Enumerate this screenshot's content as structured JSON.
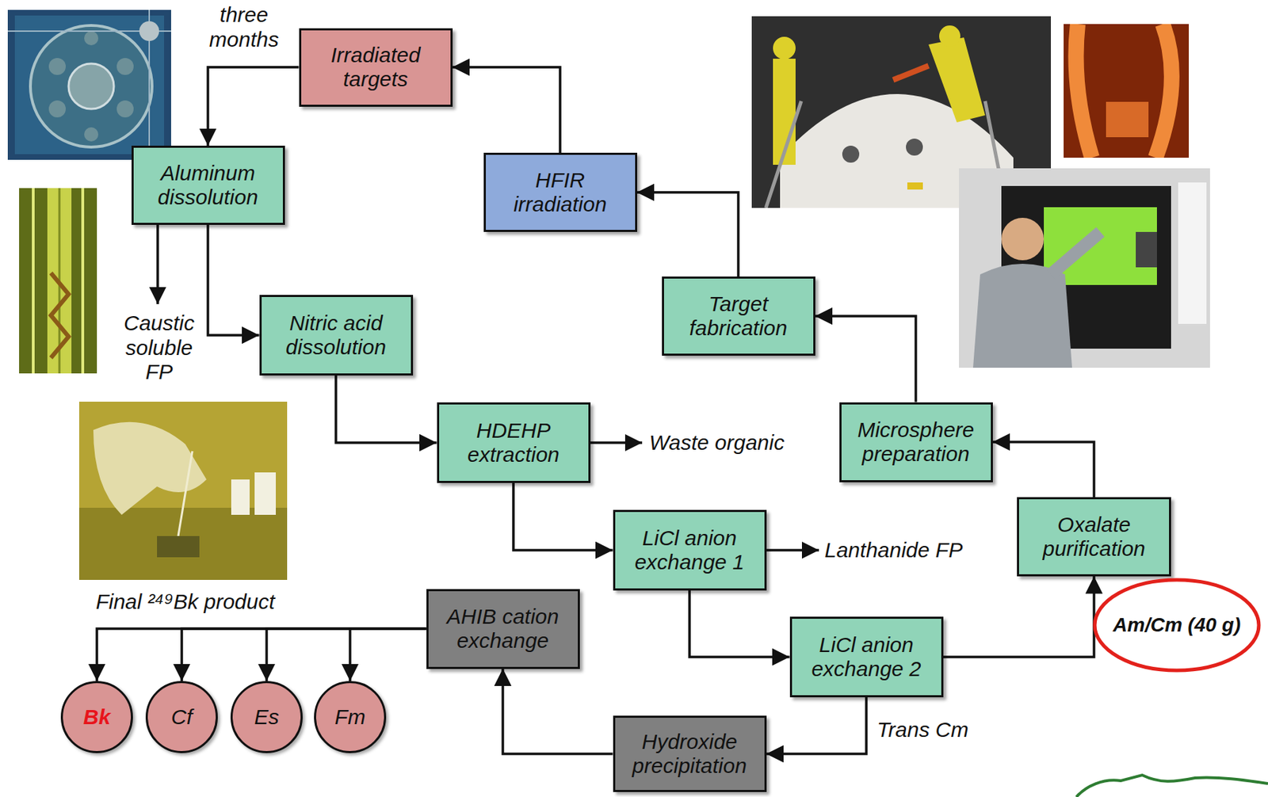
{
  "diagram": {
    "nodes": [
      {
        "text": [
          "Irradiated targets"
        ]
      },
      {
        "text": [
          "HFIR irradiation"
        ]
      },
      {
        "text": [
          "Aluminum dissolution"
        ]
      },
      {
        "text": [
          "Target fabrication"
        ]
      },
      {
        "text": [
          "Nitric acid dissolution"
        ]
      },
      {
        "text": [
          "HDEHP extraction"
        ]
      },
      {
        "text": [
          "Microsphere preparation"
        ]
      },
      {
        "text": [
          "LiCl anion exchange 1"
        ]
      },
      {
        "text": [
          "Oxalate purification"
        ]
      },
      {
        "text": [
          "AHIB cation exchange"
        ]
      },
      {
        "text": [
          "LiCl anion exchange 2"
        ]
      },
      {
        "text": [
          "Am/Cm (40 g)"
        ]
      },
      {
        "text": [
          "Bk"
        ]
      },
      {
        "text": [
          "Cf"
        ]
      },
      {
        "text": [
          "Es"
        ]
      },
      {
        "text": [
          "Fm"
        ]
      },
      {
        "text": [
          "Hydroxide precipitation"
        ]
      }
    ],
    "edges": [
      {
        "from": 1,
        "to": 0,
        "arrow": "to"
      },
      {
        "from": 0,
        "to": 2,
        "label": "three months",
        "arrow": "to"
      },
      {
        "from": 2,
        "to": 4,
        "arrow": "to"
      },
      {
        "from": 4,
        "to": 5,
        "arrow": "to"
      },
      {
        "from": 5,
        "to": 7,
        "arrow": "to"
      },
      {
        "from": 7,
        "to": 10,
        "arrow": "to"
      },
      {
        "from": 10,
        "to": 8,
        "arrow": "to"
      },
      {
        "from": 10,
        "to": 16,
        "label": "Trans Cm",
        "arrow": "to"
      },
      {
        "from": 16,
        "to": 9,
        "arrow": "to"
      },
      {
        "from": 9,
        "to": 12,
        "arrow": "to"
      },
      {
        "from": 9,
        "to": 13,
        "arrow": "to"
      },
      {
        "from": 9,
        "to": 14,
        "arrow": "to"
      },
      {
        "from": 9,
        "to": 15,
        "arrow": "to"
      },
      {
        "from": 8,
        "to": 6,
        "arrow": "to"
      },
      {
        "from": 6,
        "to": 3,
        "arrow": "to"
      },
      {
        "from": 3,
        "to": 1,
        "arrow": "to"
      }
    ],
    "labels": [
      "Caustic soluble FP",
      "Waste organic",
      "Lanthanide FP",
      "Final ²⁴⁹Bk product"
    ]
  }
}
